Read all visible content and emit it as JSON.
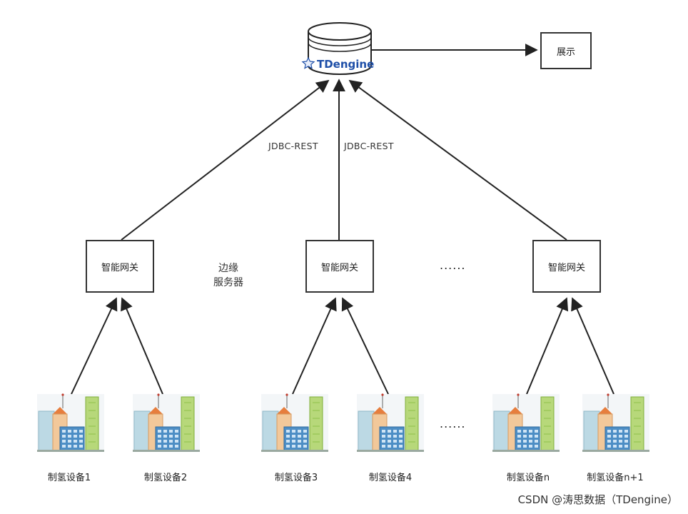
{
  "database": {
    "logo_text": "TDengine"
  },
  "display_box": {
    "label": "展示"
  },
  "connections": {
    "left_label": "JDBC-REST",
    "right_label": "JDBC-REST"
  },
  "gateways": [
    {
      "label": "智能网关"
    },
    {
      "label": "智能网关"
    },
    {
      "label": "智能网关"
    }
  ],
  "edge_server_label": [
    "边缘",
    "服务器"
  ],
  "gateway_ellipsis": "......",
  "device_ellipsis": "......",
  "devices": [
    {
      "label": "制氢设备1"
    },
    {
      "label": "制氢设备2"
    },
    {
      "label": "制氢设备3"
    },
    {
      "label": "制氢设备4"
    },
    {
      "label": "制氢设备n"
    },
    {
      "label": "制氢设备n+1"
    }
  ],
  "watermark": "CSDN @涛思数据（TDengine）",
  "colors": {
    "line": "#222222",
    "logo": "#1e4fa8"
  }
}
